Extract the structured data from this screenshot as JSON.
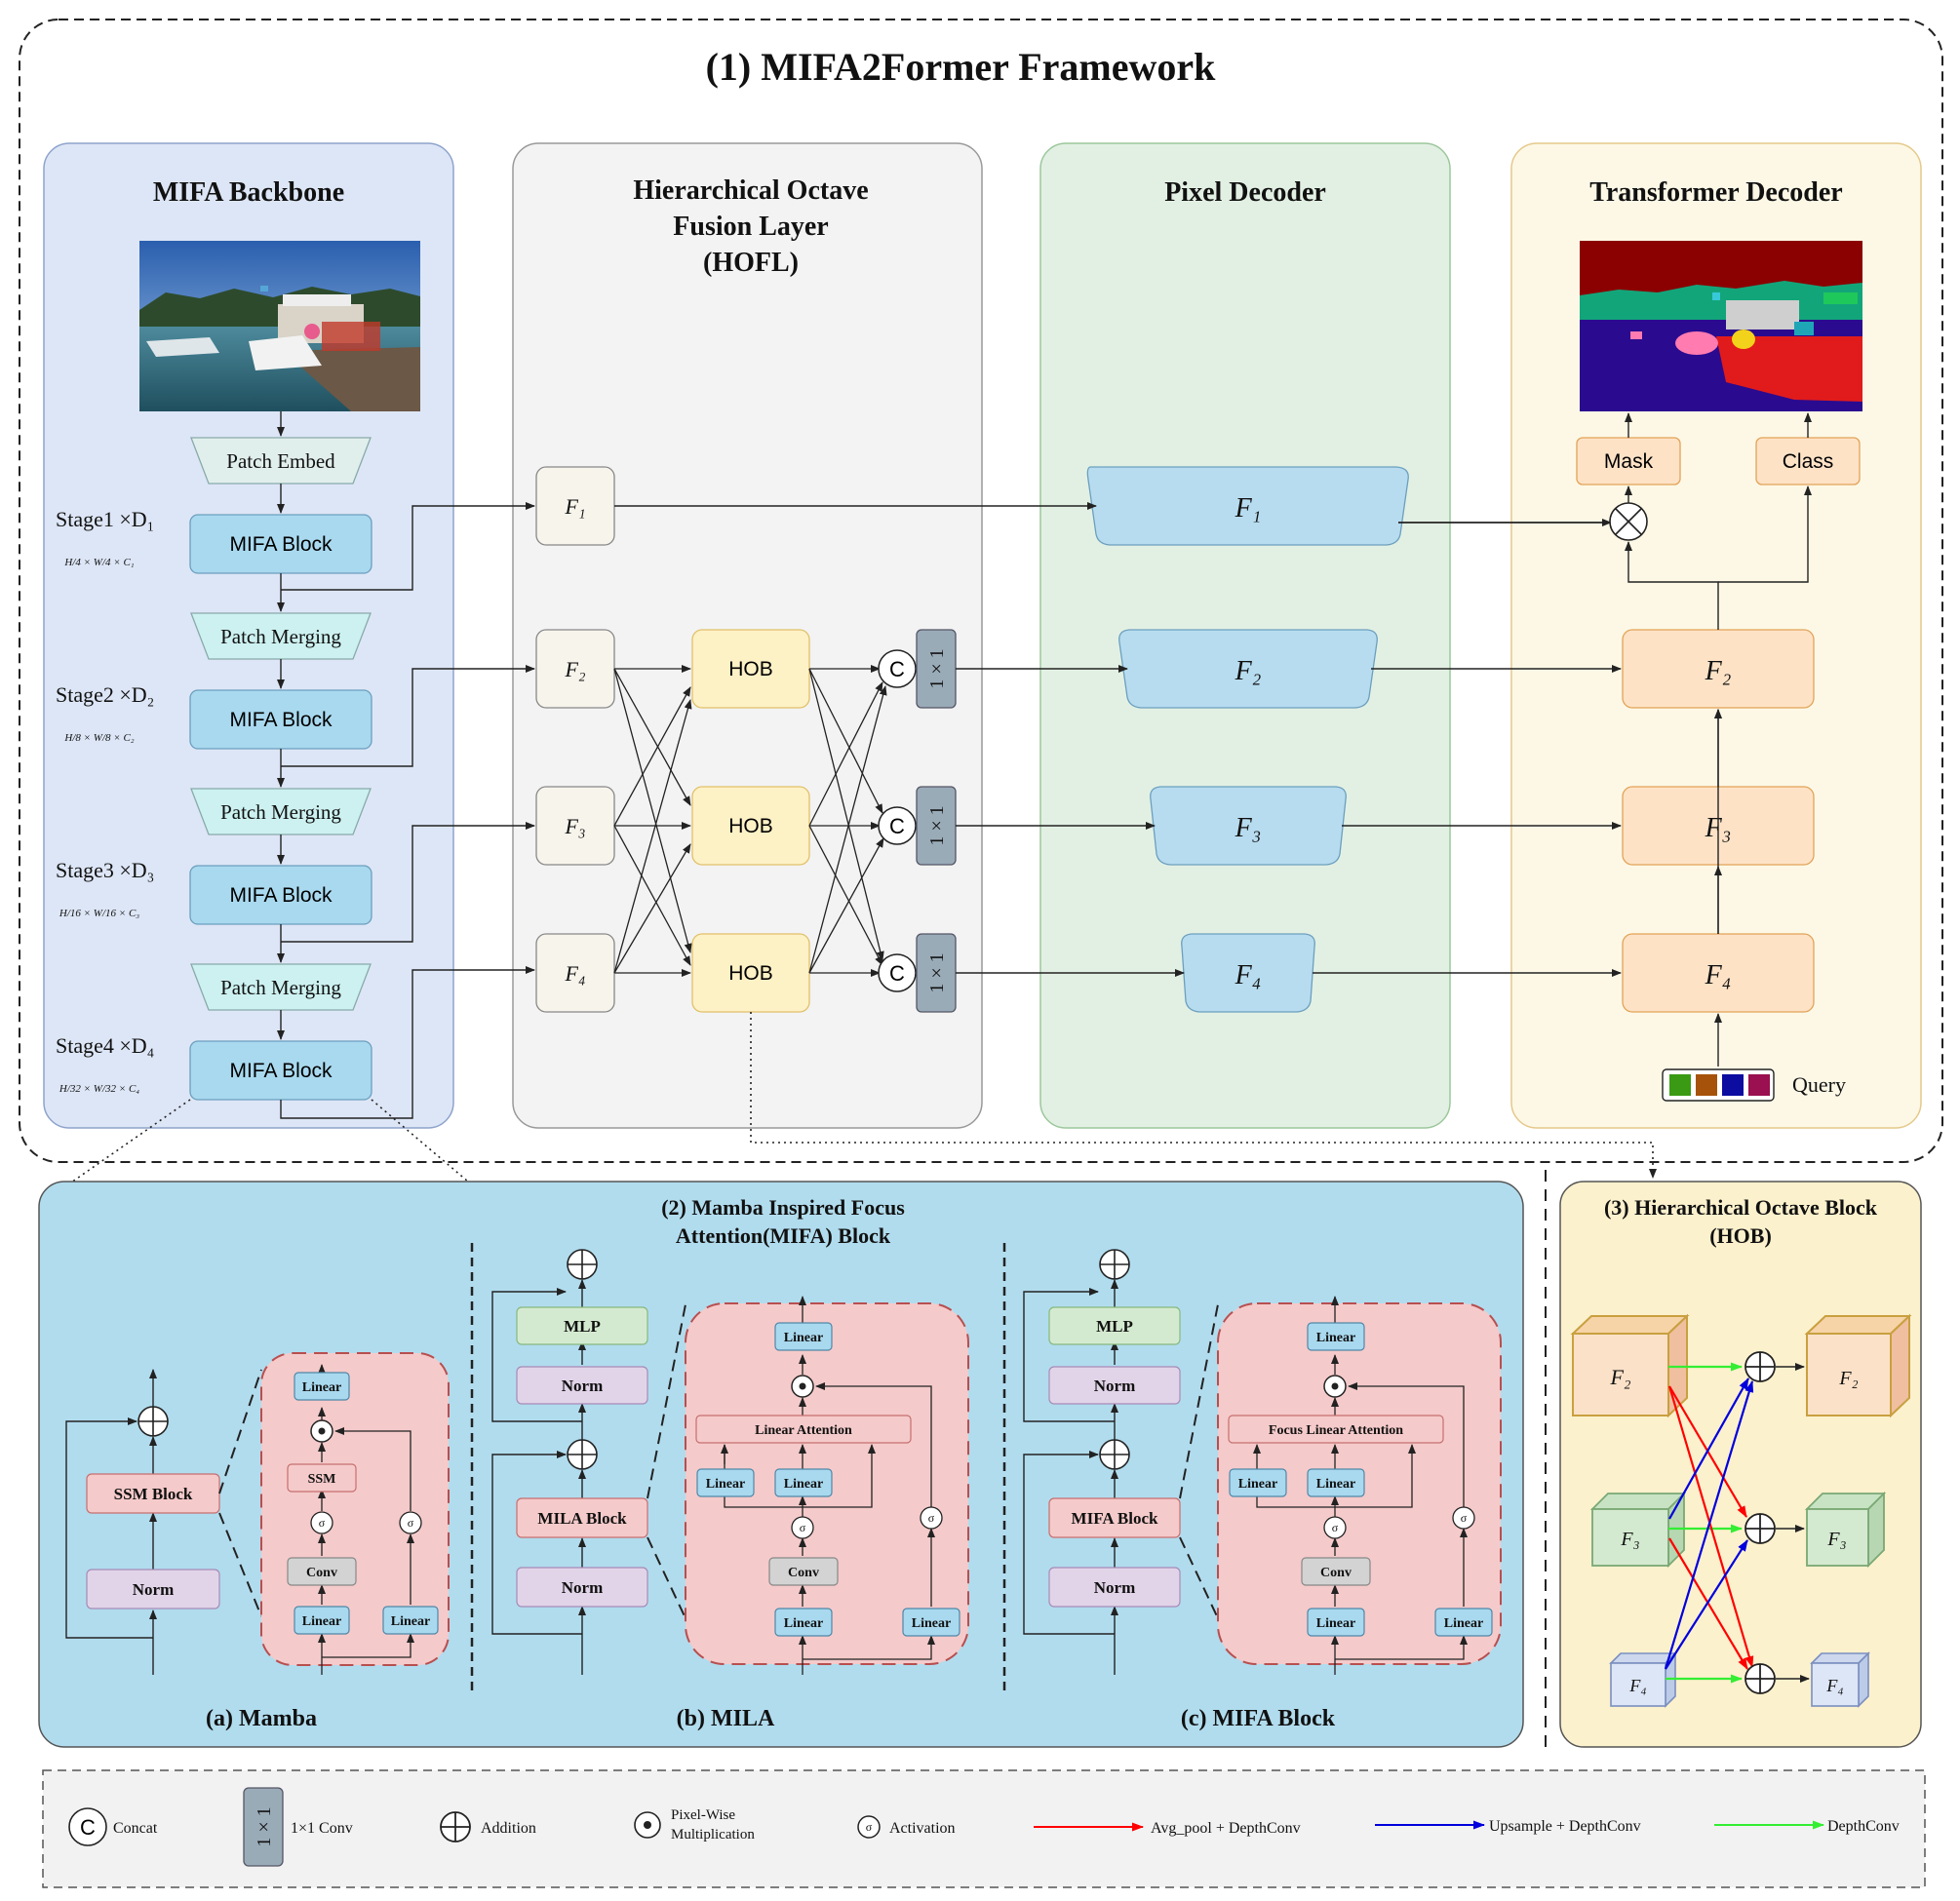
{
  "title": "(1) MIFA2Former Framework",
  "panels": {
    "backbone": {
      "title": "MIFA Backbone"
    },
    "hofl": {
      "title_lines": [
        "Hierarchical Octave",
        "Fusion Layer",
        "(HOFL)"
      ]
    },
    "pixel_decoder": {
      "title": "Pixel Decoder"
    },
    "transformer_decoder": {
      "title": "Transformer Decoder"
    }
  },
  "backbone": {
    "patch_embed": "Patch Embed",
    "patch_merging": "Patch Merging",
    "mifa_block": "MIFA Block",
    "stages": [
      {
        "label": "Stage1 ×D₁",
        "res": "H/4 × W/4 × C₁"
      },
      {
        "label": "Stage2 ×D₂",
        "res": "H/8 × W/8 × C₂"
      },
      {
        "label": "Stage3 ×D₃",
        "res": "H/16 × W/16 × C₃"
      },
      {
        "label": "Stage4 ×D₄",
        "res": "H/32 × W/32 × C₄"
      }
    ]
  },
  "features": [
    "F₁",
    "F₂",
    "F₃",
    "F₄"
  ],
  "hofl": {
    "hob": "HOB",
    "concat": "C",
    "conv1x1": "1 × 1"
  },
  "transformer": {
    "mask": "Mask",
    "class": "Class",
    "query": "Query"
  },
  "mifa_section": {
    "title_lines": [
      "(2) Mamba Inspired Focus",
      "Attention(MIFA) Block"
    ],
    "mamba": {
      "caption": "(a) Mamba",
      "ssm_block": "SSM Block",
      "norm": "Norm",
      "linear": "Linear",
      "ssm": "SSM",
      "conv": "Conv",
      "sigma": "σ"
    },
    "mila": {
      "caption": "(b) MILA",
      "mlp": "MLP",
      "norm": "Norm",
      "block": "MILA Block",
      "attention": "Linear Attention",
      "linear": "Linear",
      "conv": "Conv"
    },
    "mifa": {
      "caption": "(c) MIFA  Block",
      "mlp": "MLP",
      "norm": "Norm",
      "block": "MIFA Block",
      "attention": "Focus Linear Attention",
      "linear": "Linear",
      "conv": "Conv"
    }
  },
  "hob_section": {
    "title_lines": [
      "(3) Hierarchical Octave Block",
      "(HOB)"
    ],
    "features": [
      "F₂",
      "F₃",
      "F₄"
    ]
  },
  "legend": [
    {
      "symbol": "C",
      "label": "Concat"
    },
    {
      "symbol": "1 × 1",
      "label": "1×1 Conv"
    },
    {
      "symbol": "⊕",
      "label": "Addition"
    },
    {
      "symbol": "⊙",
      "label_lines": [
        "Pixel-Wise",
        "Multiplication"
      ]
    },
    {
      "symbol": "σ",
      "label": "Activation"
    },
    {
      "symbol": "red-arrow",
      "label": "Avg_pool + DepthConv"
    },
    {
      "symbol": "blue-arrow",
      "label": "Upsample + DepthConv"
    },
    {
      "symbol": "green-arrow",
      "label": "DepthConv"
    }
  ],
  "colors": {
    "backbone_panel": "#dde6f6",
    "hofl_panel": "#f3f3f3",
    "pixel_panel": "#e2f0e3",
    "transformer_panel": "#fdf8e6",
    "mifa_section": "#b1dcee",
    "hob_section": "#fcf1cd",
    "block_blue": "#a9d9ef",
    "hob_yellow": "#fdf1c6",
    "feature_orange": "#fde2c6",
    "attention_pink": "#f5caca",
    "norm_lavender": "#e1d4e8",
    "mlp_green": "#d4ead0",
    "red_arrow": "#ff0000",
    "blue_arrow": "#0000dd",
    "green_arrow": "#33ee33"
  },
  "query_colors": [
    "#3a9a13",
    "#a6520a",
    "#0c0ca0",
    "#9a1050"
  ]
}
